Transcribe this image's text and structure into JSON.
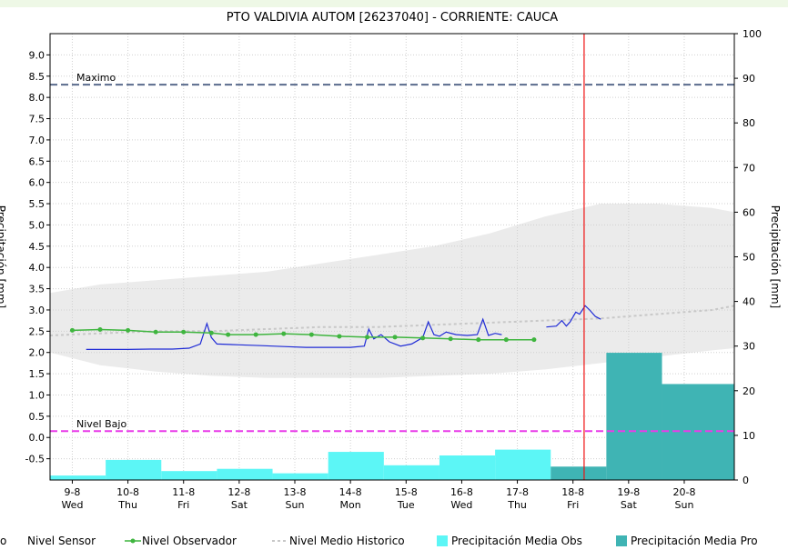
{
  "chart_data": {
    "type": "line",
    "title": "PTO VALDIVIA AUTOM  [26237040] - CORRIENTE: CAUCA",
    "left_axis": {
      "label": "Precipitación [mm]",
      "ticks": [
        "9.0",
        "8.5",
        "8.0",
        "7.5",
        "7.0",
        "6.5",
        "6.0",
        "5.5",
        "5.0",
        "4.5",
        "4.0",
        "3.5",
        "3.0",
        "2.5",
        "2.0",
        "1.5",
        "1.0",
        "0.5",
        "0.0",
        "-0.5"
      ],
      "ylim": [
        -1.0,
        9.5
      ]
    },
    "right_axis": {
      "label": "Precipitación [mm]",
      "ticks": [
        "100",
        "90",
        "80",
        "70",
        "60",
        "50",
        "40",
        "30",
        "20",
        "10",
        "0"
      ],
      "ylim": [
        0,
        100
      ]
    },
    "x_axis": {
      "dates": [
        "9-8",
        "10-8",
        "11-8",
        "12-8",
        "13-8",
        "14-8",
        "15-8",
        "16-8",
        "17-8",
        "18-8",
        "19-8",
        "20-8"
      ],
      "weekdays": [
        "Wed",
        "Thu",
        "Fri",
        "Sat",
        "Sun",
        "Mon",
        "Tue",
        "Wed",
        "Thu",
        "Fri",
        "Sat",
        "Sun"
      ],
      "xlim": [
        8.6,
        20.9
      ]
    },
    "reference_lines": [
      {
        "name": "Maximo",
        "value": 8.3,
        "color": "#5a6b8c"
      },
      {
        "name": "Nivel Bajo",
        "value": 0.15,
        "color": "#e83ce8"
      }
    ],
    "current_time_marker": 18.2,
    "series": [
      {
        "name": "Nivel Sensor",
        "color": "#1f2bd6",
        "points": [
          [
            9.25,
            2.07
          ],
          [
            9.6,
            2.07
          ],
          [
            10.0,
            2.07
          ],
          [
            10.4,
            2.08
          ],
          [
            10.8,
            2.08
          ],
          [
            11.1,
            2.1
          ],
          [
            11.3,
            2.2
          ],
          [
            11.42,
            2.68
          ],
          [
            11.5,
            2.35
          ],
          [
            11.6,
            2.2
          ],
          [
            12.0,
            2.18
          ],
          [
            12.4,
            2.16
          ],
          [
            12.8,
            2.14
          ],
          [
            13.2,
            2.12
          ],
          [
            13.6,
            2.12
          ],
          [
            14.0,
            2.12
          ],
          [
            14.25,
            2.15
          ],
          [
            14.33,
            2.55
          ],
          [
            14.42,
            2.32
          ],
          [
            14.55,
            2.42
          ],
          [
            14.7,
            2.25
          ],
          [
            14.9,
            2.15
          ],
          [
            15.1,
            2.2
          ],
          [
            15.3,
            2.35
          ],
          [
            15.4,
            2.72
          ],
          [
            15.5,
            2.42
          ],
          [
            15.6,
            2.38
          ],
          [
            15.72,
            2.48
          ],
          [
            15.9,
            2.42
          ],
          [
            16.1,
            2.4
          ],
          [
            16.28,
            2.42
          ],
          [
            16.38,
            2.78
          ],
          [
            16.48,
            2.4
          ],
          [
            16.6,
            2.45
          ],
          [
            16.72,
            2.42
          ]
        ],
        "points_b": [
          [
            17.52,
            2.6
          ],
          [
            17.7,
            2.62
          ],
          [
            17.8,
            2.75
          ],
          [
            17.88,
            2.62
          ],
          [
            17.95,
            2.72
          ],
          [
            18.05,
            2.95
          ],
          [
            18.12,
            2.9
          ],
          [
            18.22,
            3.1
          ],
          [
            18.3,
            3.0
          ],
          [
            18.4,
            2.85
          ],
          [
            18.5,
            2.78
          ]
        ]
      },
      {
        "name": "Nivel Observador",
        "color": "#3fb53f",
        "points": [
          [
            9.0,
            2.52
          ],
          [
            9.5,
            2.54
          ],
          [
            10.0,
            2.52
          ],
          [
            10.5,
            2.48
          ],
          [
            11.0,
            2.48
          ],
          [
            11.5,
            2.46
          ],
          [
            11.8,
            2.42
          ],
          [
            12.3,
            2.42
          ],
          [
            12.8,
            2.44
          ],
          [
            13.3,
            2.42
          ],
          [
            13.8,
            2.38
          ],
          [
            14.3,
            2.36
          ],
          [
            14.8,
            2.36
          ],
          [
            15.3,
            2.34
          ],
          [
            15.8,
            2.32
          ],
          [
            16.3,
            2.3
          ],
          [
            16.8,
            2.3
          ],
          [
            17.3,
            2.3
          ]
        ]
      },
      {
        "name": "Nivel Medio Historico",
        "color": "#bfbfbf",
        "points": [
          [
            8.6,
            2.4
          ],
          [
            9.5,
            2.45
          ],
          [
            10.5,
            2.5
          ],
          [
            11.5,
            2.5
          ],
          [
            12.5,
            2.55
          ],
          [
            13.5,
            2.6
          ],
          [
            14.5,
            2.6
          ],
          [
            15.5,
            2.65
          ],
          [
            16.5,
            2.7
          ],
          [
            17.5,
            2.75
          ],
          [
            18.5,
            2.8
          ],
          [
            19.5,
            2.9
          ],
          [
            20.5,
            3.0
          ],
          [
            20.9,
            3.1
          ]
        ]
      }
    ],
    "historic_band": {
      "upper": [
        [
          8.6,
          3.4
        ],
        [
          9.5,
          3.6
        ],
        [
          10.5,
          3.7
        ],
        [
          11.5,
          3.8
        ],
        [
          12.5,
          3.9
        ],
        [
          13.5,
          4.1
        ],
        [
          14.5,
          4.3
        ],
        [
          15.5,
          4.5
        ],
        [
          16.5,
          4.8
        ],
        [
          17.5,
          5.2
        ],
        [
          18.5,
          5.5
        ],
        [
          19.5,
          5.5
        ],
        [
          20.5,
          5.4
        ],
        [
          20.9,
          5.3
        ]
      ],
      "lower": [
        [
          8.6,
          2.0
        ],
        [
          9.5,
          1.7
        ],
        [
          10.5,
          1.55
        ],
        [
          11.5,
          1.45
        ],
        [
          12.5,
          1.4
        ],
        [
          13.5,
          1.4
        ],
        [
          14.5,
          1.4
        ],
        [
          15.5,
          1.45
        ],
        [
          16.5,
          1.5
        ],
        [
          17.5,
          1.6
        ],
        [
          18.5,
          1.75
        ],
        [
          19.5,
          1.9
        ],
        [
          20.5,
          2.05
        ],
        [
          20.9,
          2.1
        ]
      ]
    },
    "bars_obs": {
      "name": "Precipitación Media Obs",
      "color": "#5cf6f6",
      "items": [
        [
          8.6,
          9.6,
          1
        ],
        [
          9.6,
          10.6,
          4.5
        ],
        [
          10.6,
          11.6,
          2
        ],
        [
          11.6,
          12.6,
          2.5
        ],
        [
          12.6,
          13.6,
          1.5
        ],
        [
          13.6,
          14.6,
          6.3
        ],
        [
          14.6,
          15.6,
          3.3
        ],
        [
          15.6,
          16.6,
          5.5
        ],
        [
          16.6,
          17.6,
          6.8
        ]
      ]
    },
    "bars_pro": {
      "name": "Precipitación Media Pro",
      "color": "#3fb4b4",
      "items": [
        [
          17.6,
          18.6,
          3
        ],
        [
          18.6,
          19.6,
          28.5
        ],
        [
          19.6,
          20.9,
          21.5
        ]
      ]
    }
  },
  "legend": {
    "items": [
      {
        "label": "Nivel Sensor"
      },
      {
        "label": "Nivel Observador"
      },
      {
        "label": "Nivel Medio Historico"
      },
      {
        "label": "Precipitación Media Obs"
      },
      {
        "label": "Precipitación Media Pro"
      }
    ],
    "leading_fragment": "o"
  }
}
